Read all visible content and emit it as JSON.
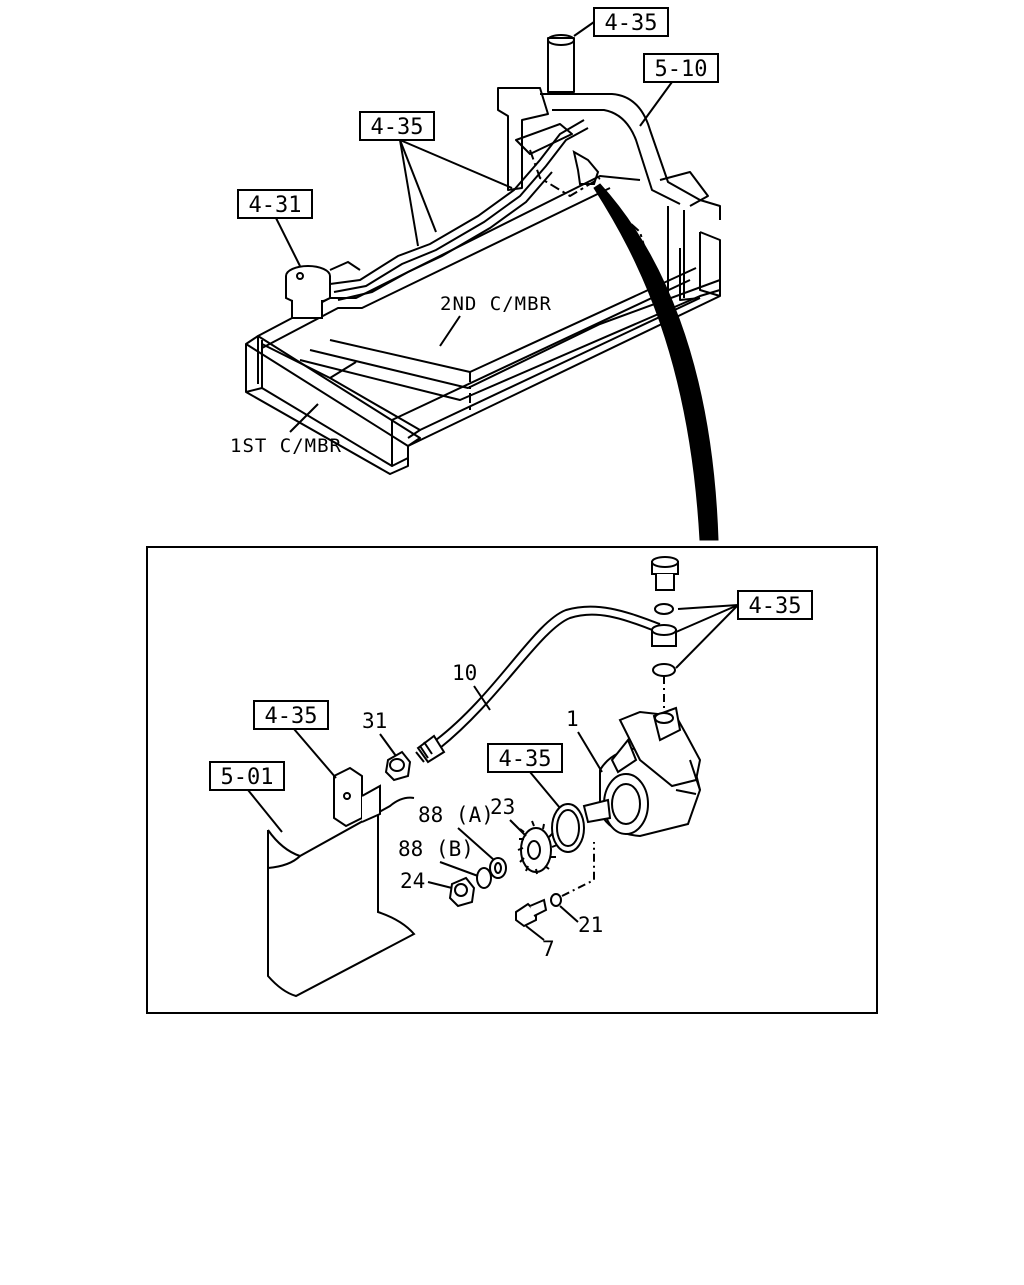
{
  "overview": {
    "ref_top": "4-35",
    "ref_rail": "5-10",
    "ref_pipe": "4-35",
    "ref_tank": "4-31",
    "label_second_member": "2ND C/MBR",
    "label_first_member": "1ST C/MBR"
  },
  "detail": {
    "ref_banjo": "4-35",
    "ref_bracket": "4-35",
    "ref_frame": "5-01",
    "ref_gasket": "4-35",
    "part_pump": "1",
    "part_hose": "10",
    "part_nut": "31",
    "part_gear": "23",
    "part_washer_a": "88 (A)",
    "part_washer_b": "88 (B)",
    "part_gear_nut": "24",
    "part_bolt": "7",
    "part_oring": "21"
  }
}
